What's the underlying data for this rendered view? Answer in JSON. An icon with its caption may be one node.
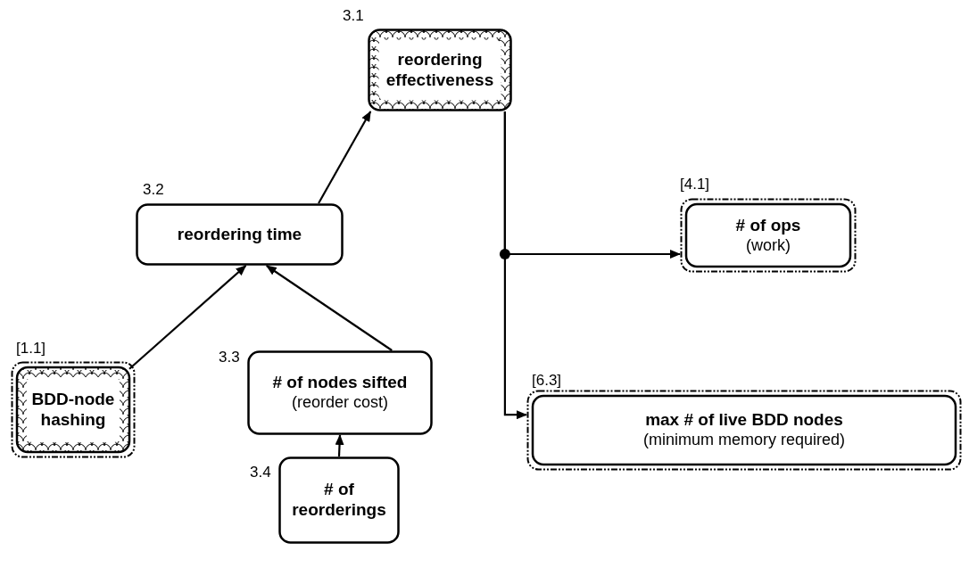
{
  "diagram": {
    "nodes": [
      {
        "text": [
          "reordering effectiveness"
        ],
        "beside": [
          "3.1"
        ]
      },
      {
        "text": [
          "reordering time"
        ],
        "beside": [
          "3.2"
        ]
      },
      {
        "text": [
          "# of ops",
          "(work)"
        ],
        "beside": [
          "[4.1]"
        ]
      },
      {
        "text": [
          "BDD-node hashing"
        ],
        "beside": [
          "[1.1]"
        ]
      },
      {
        "text": [
          "# of nodes sifted",
          "(reorder cost)"
        ],
        "beside": [
          "3.3"
        ]
      },
      {
        "text": [
          "max # of live BDD nodes",
          "(minimum memory required)"
        ],
        "beside": [
          "[6.3]"
        ]
      },
      {
        "text": [
          "# of reorderings"
        ],
        "beside": [
          "3.4"
        ]
      }
    ],
    "edges": [
      {
        "from": 1,
        "to": 0,
        "arrow": "to"
      },
      {
        "from": 3,
        "to": 1,
        "arrow": "to"
      },
      {
        "from": 4,
        "to": 1,
        "arrow": "to"
      },
      {
        "from": 6,
        "to": 4,
        "arrow": "to"
      },
      {
        "from": 0,
        "to": 2,
        "arrow": "to"
      },
      {
        "from": 0,
        "to": 5,
        "arrow": "to"
      }
    ]
  }
}
